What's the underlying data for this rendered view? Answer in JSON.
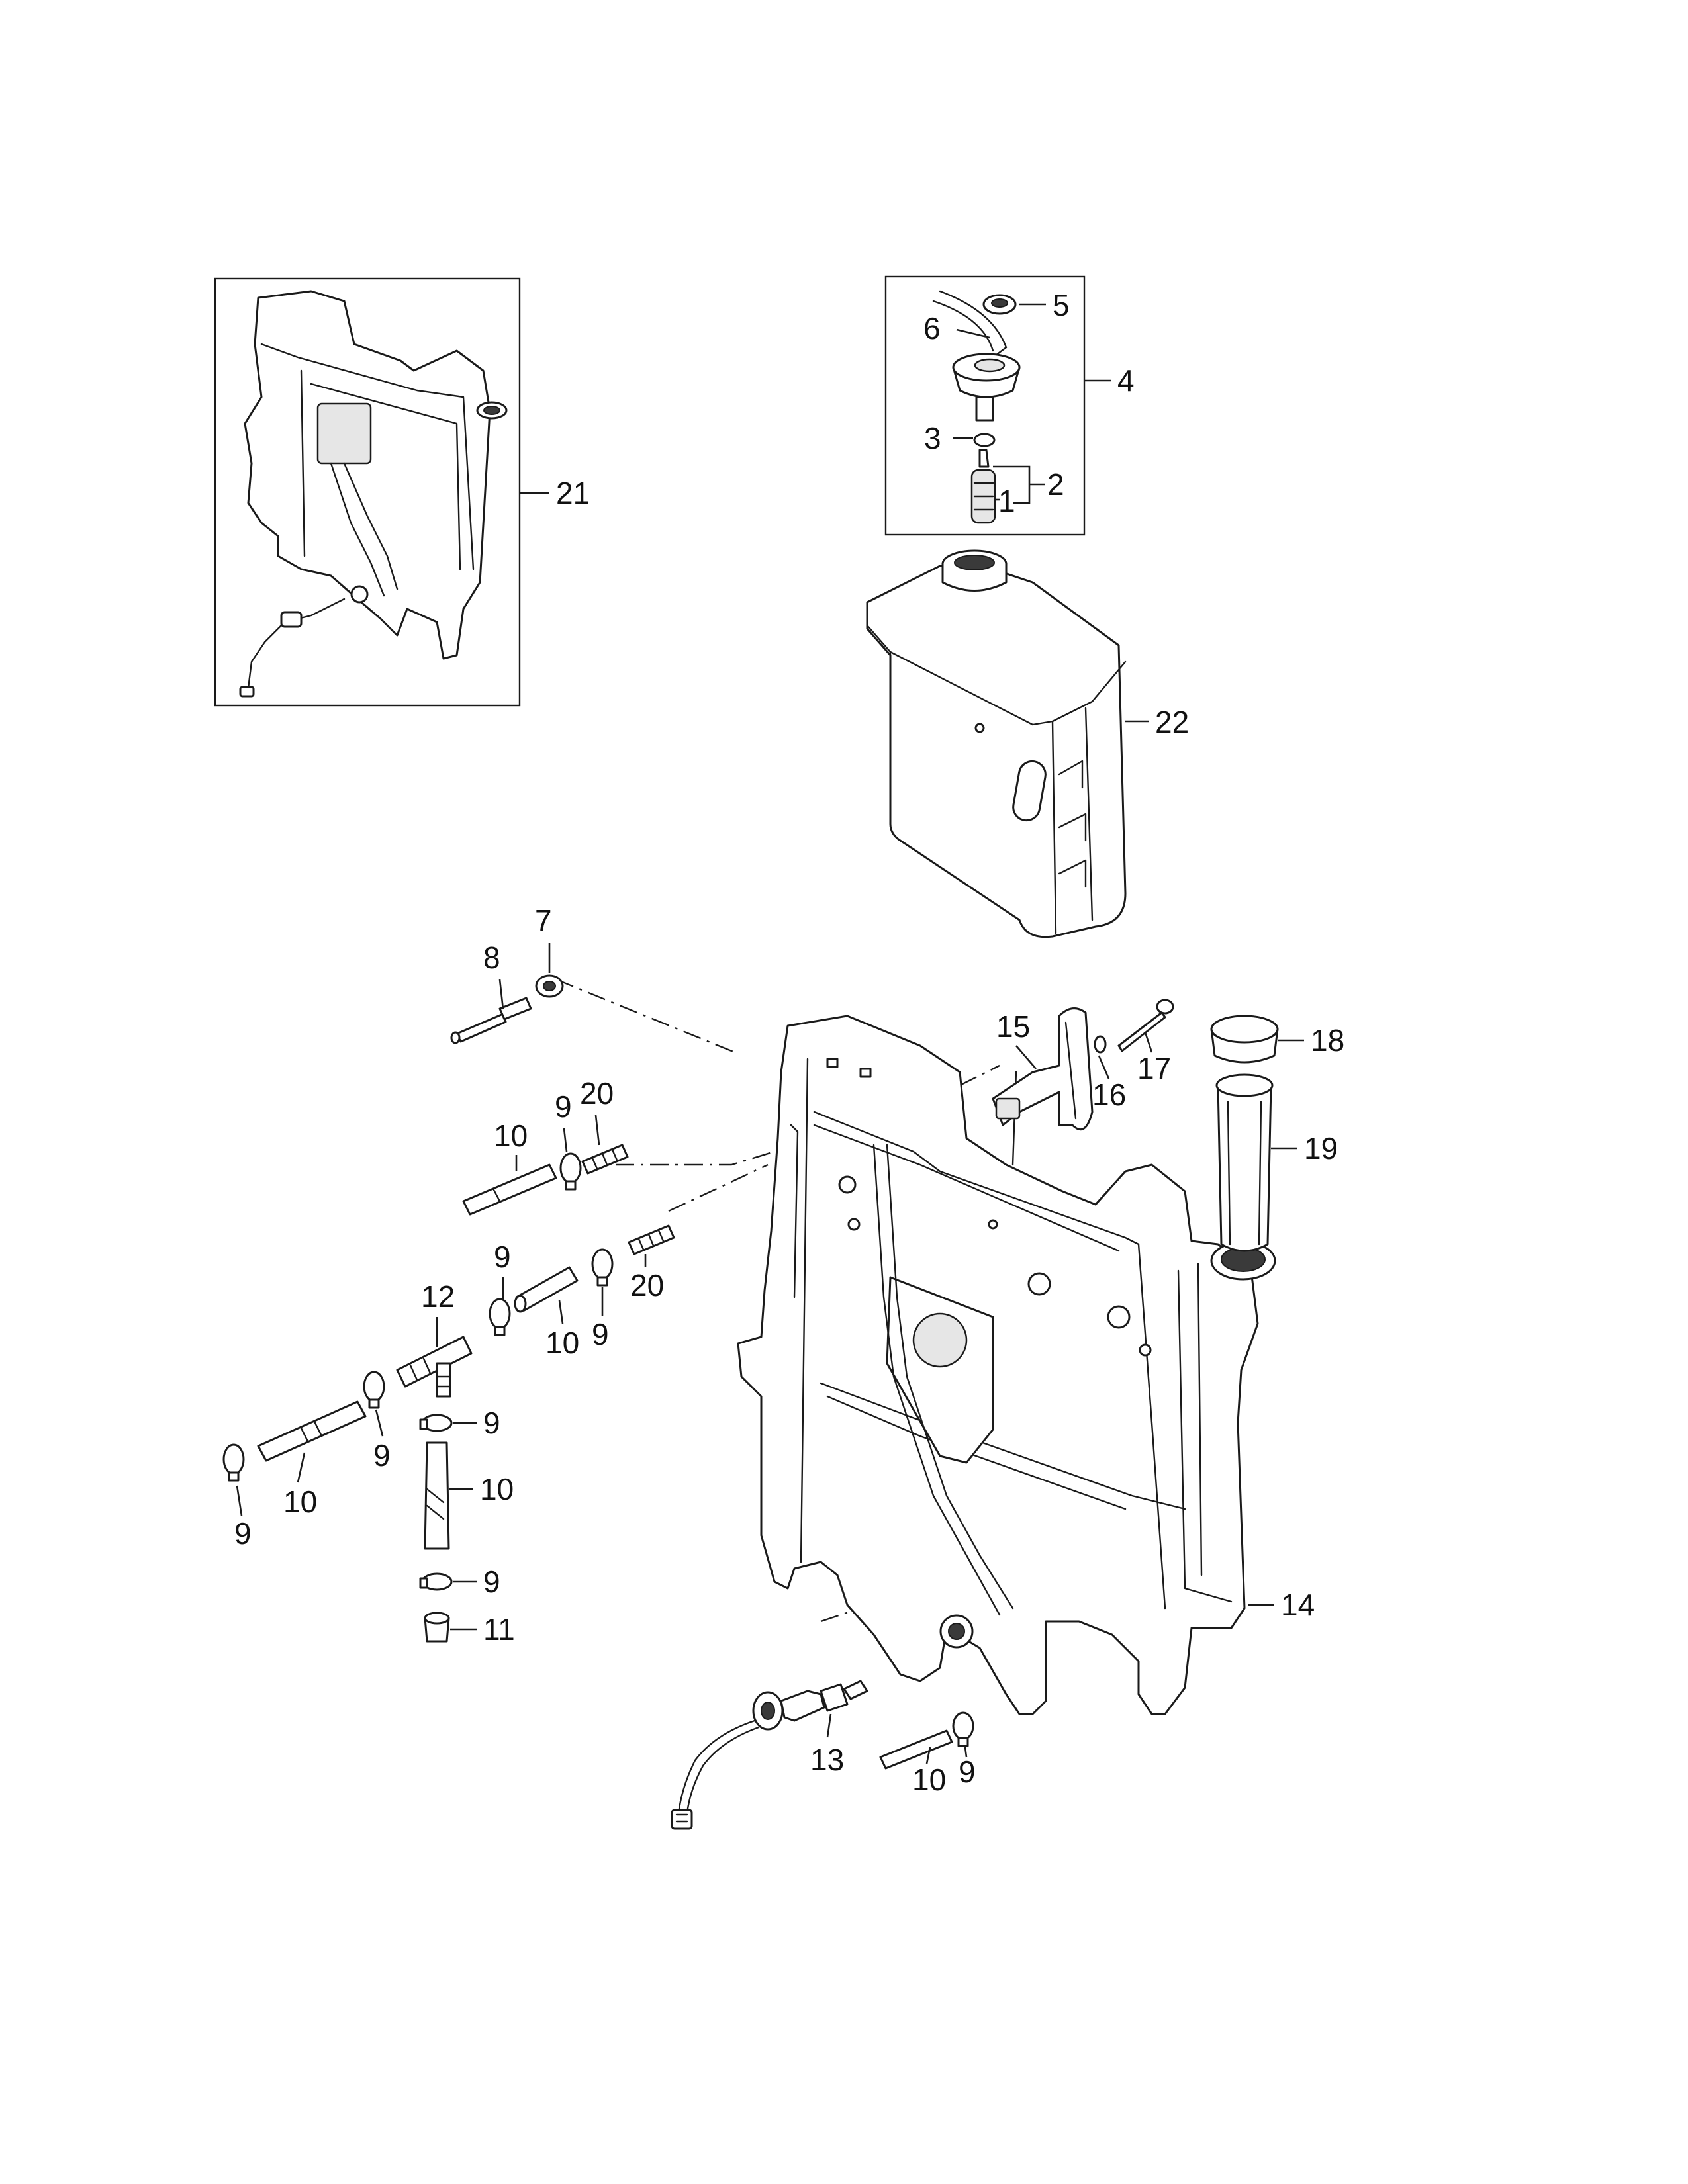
{
  "callouts": {
    "c1": "1",
    "c2": "2",
    "c3": "3",
    "c4": "4",
    "c5": "5",
    "c6": "6",
    "c7": "7",
    "c8": "8",
    "c9a": "9",
    "c9b": "9",
    "c9c": "9",
    "c9d": "9",
    "c9e": "9",
    "c9f": "9",
    "c9g": "9",
    "c9h": "9",
    "c10a": "10",
    "c10b": "10",
    "c10c": "10",
    "c10d": "10",
    "c10e": "10",
    "c11": "11",
    "c12": "12",
    "c13": "13",
    "c14": "14",
    "c15": "15",
    "c16": "16",
    "c17": "17",
    "c18": "18",
    "c19": "19",
    "c20a": "20",
    "c20b": "20",
    "c21": "21",
    "c22": "22"
  }
}
